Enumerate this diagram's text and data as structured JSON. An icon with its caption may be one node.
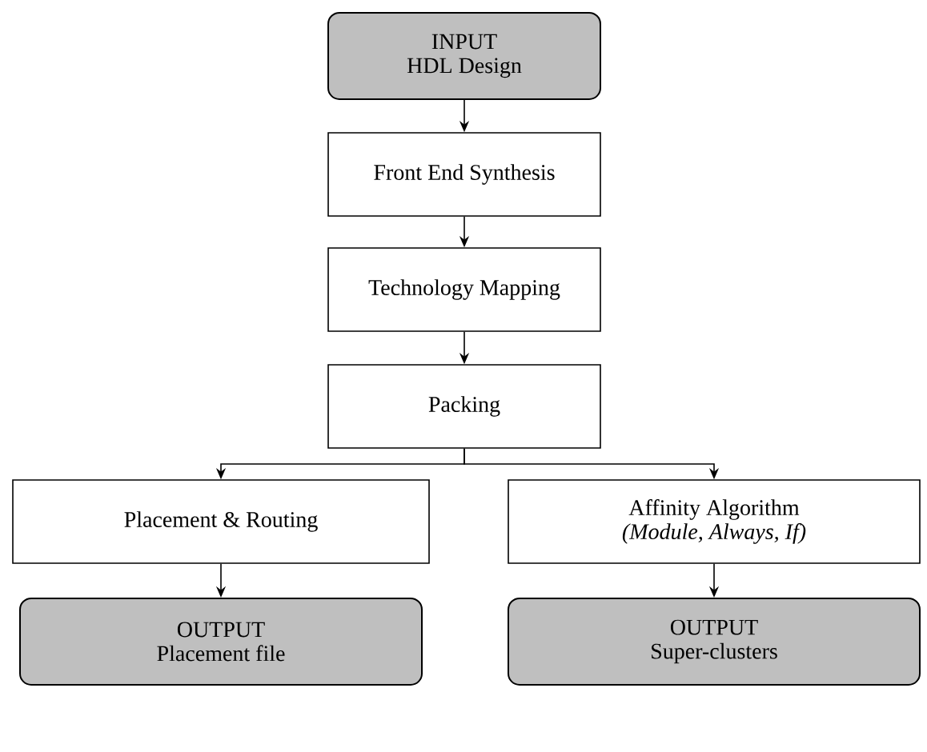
{
  "diagram": {
    "nodes": [
      {
        "text": [
          "INPUT",
          "HDL Design"
        ]
      },
      {
        "text": [
          "Front End Synthesis"
        ]
      },
      {
        "text": [
          "Technology Mapping"
        ]
      },
      {
        "text": [
          "Packing"
        ]
      },
      {
        "text": [
          "Placement & Routing"
        ]
      },
      {
        "text": [
          "Affinity Algorithm",
          "(Module, Always, If)"
        ]
      },
      {
        "text": [
          "OUTPUT",
          "Placement file"
        ]
      },
      {
        "text": [
          "OUTPUT",
          "Super-clusters"
        ]
      }
    ],
    "edges": [
      {
        "from": 0,
        "to": 1,
        "arrow": "to"
      },
      {
        "from": 1,
        "to": 2,
        "arrow": "to"
      },
      {
        "from": 2,
        "to": 3,
        "arrow": "to"
      },
      {
        "from": 3,
        "to": 4,
        "arrow": "to"
      },
      {
        "from": 3,
        "to": 5,
        "arrow": "to"
      },
      {
        "from": 4,
        "to": 6,
        "arrow": "to"
      },
      {
        "from": 5,
        "to": 7,
        "arrow": "to"
      }
    ]
  }
}
